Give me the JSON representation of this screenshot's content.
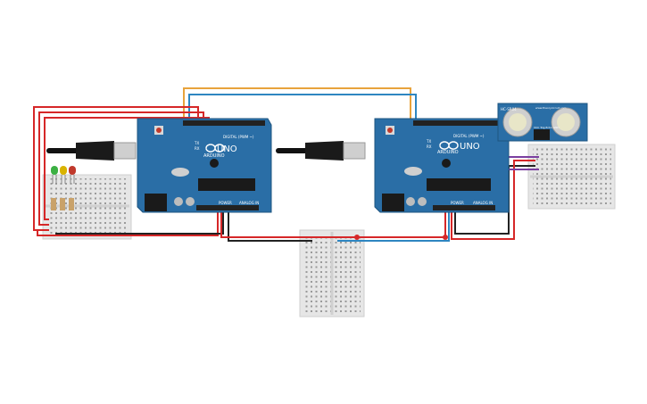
{
  "board1": {
    "model_label": "UNO",
    "brand_label": "ARDUINO",
    "digital_label": "DIGITAL (PWM ~)",
    "power_label": "POWER",
    "analog_label": "ANALOG IN",
    "tx_label": "TX",
    "rx_label": "RX"
  },
  "board2": {
    "model_label": "UNO",
    "brand_label": "ARDUINO",
    "digital_label": "DIGITAL (PWM ~)",
    "power_label": "POWER",
    "analog_label": "ANALOG IN",
    "tx_label": "TX",
    "rx_label": "RX"
  },
  "sensor": {
    "model_label": "HC-SR04",
    "url_label": "www.theorycircuit.com",
    "pins_label": "VCC Trig Echo GND"
  },
  "leds": [
    "green-led",
    "yellow-led",
    "red-led"
  ],
  "colors": {
    "board": "#2a6ea6",
    "wire_red": "#d62728",
    "wire_black": "#222222",
    "wire_orange": "#e8a33c",
    "wire_blue": "#2e86c1",
    "wire_purple": "#7b3fa0",
    "breadboard": "#e8e8e8"
  }
}
